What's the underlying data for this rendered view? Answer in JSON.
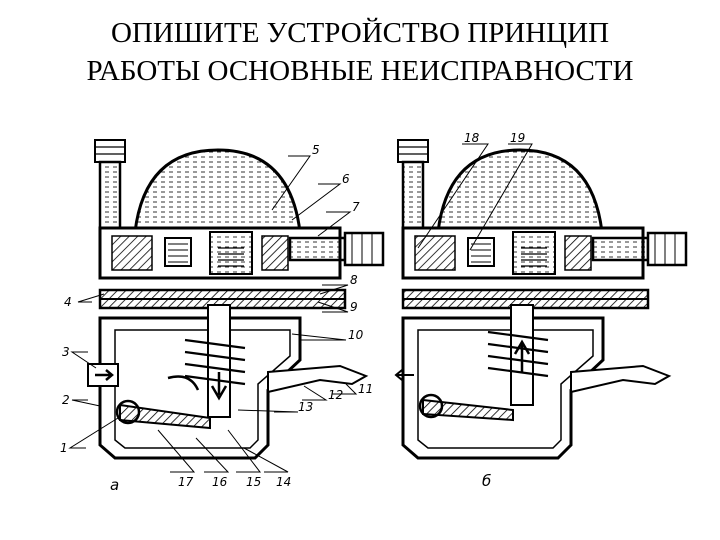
{
  "slide": {
    "title_line1": "ОПИШИТЕ УСТРОЙСТВО ПРИНЦИП",
    "title_line2": "РАБОТЫ ОСНОВНЫЕ НЕИСПРАВНОСТИ"
  },
  "diagram": {
    "left_panel": {
      "caption": "а",
      "labels": [
        "1",
        "2",
        "3",
        "4",
        "5",
        "6",
        "7",
        "8",
        "9",
        "10",
        "11",
        "12",
        "13",
        "14",
        "15",
        "16",
        "17"
      ]
    },
    "right_panel": {
      "caption": "б",
      "labels": [
        "18",
        "19"
      ]
    }
  }
}
